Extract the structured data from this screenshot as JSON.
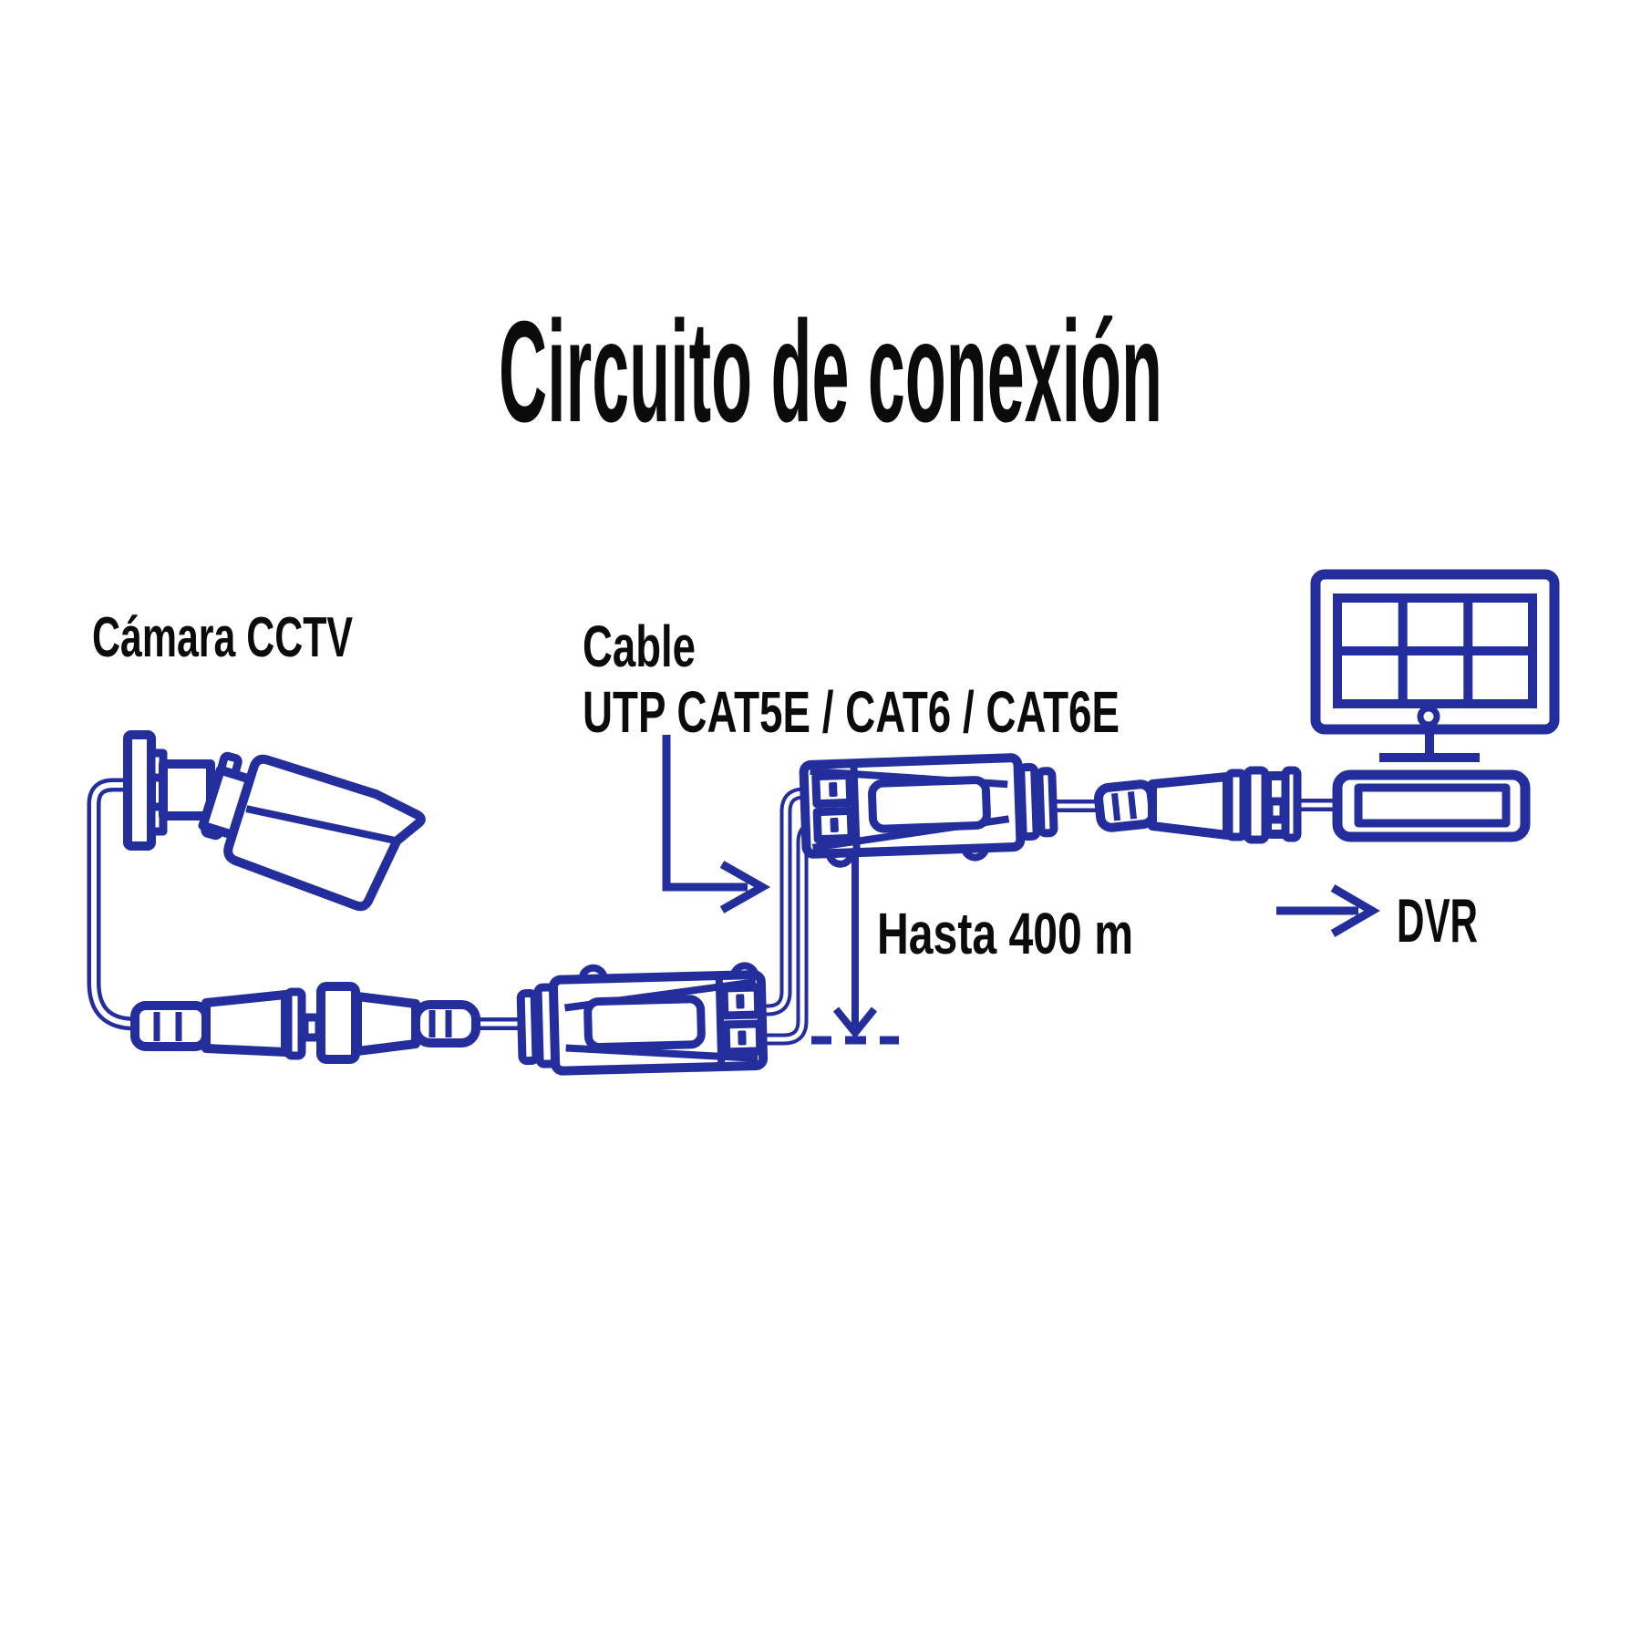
{
  "title": "Circuito de conexión",
  "labels": {
    "camera": "Cámara CCTV",
    "cable_line1": "Cable",
    "cable_line2": "UTP CAT5E / CAT6 / CAT6E",
    "distance": "Hasta 400 m",
    "dvr": "DVR"
  },
  "colors": {
    "line": "#232E9C",
    "text": "#0B0B0B",
    "background": "#FFFFFF"
  }
}
